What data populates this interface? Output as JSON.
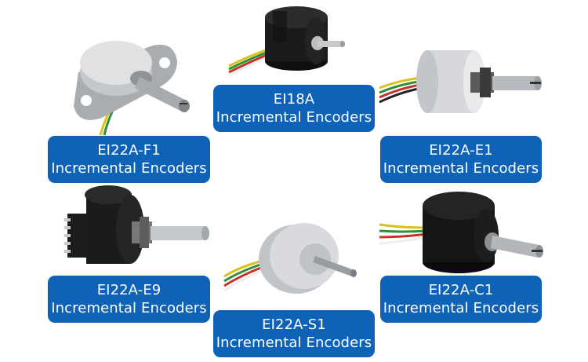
{
  "products": [
    {
      "id": "ei18a",
      "model": "EI18A",
      "type": "Incremental Encoders",
      "body_color": "#1b1b1b",
      "finish": "black"
    },
    {
      "id": "ei22a-f1",
      "model": "EI22A-F1",
      "type": "Incremental Encoders",
      "body_color": "#b9bdc2",
      "finish": "silver"
    },
    {
      "id": "ei22a-e1",
      "model": "EI22A-E1",
      "type": "Incremental Encoders",
      "body_color": "#d3d5d8",
      "finish": "silver"
    },
    {
      "id": "ei22a-e9",
      "model": "EI22A-E9",
      "type": "Incremental Encoders",
      "body_color": "#1b1b1b",
      "finish": "black"
    },
    {
      "id": "ei22a-s1",
      "model": "EI22A-S1",
      "type": "Incremental Encoders",
      "body_color": "#c8cbce",
      "finish": "silver"
    },
    {
      "id": "ei22a-c1",
      "model": "EI22A-C1",
      "type": "Incremental Encoders",
      "body_color": "#151515",
      "finish": "black"
    }
  ],
  "colors": {
    "label_background": "#0e63b8",
    "label_text": "#ffffff",
    "page_background": "#ffffff"
  }
}
